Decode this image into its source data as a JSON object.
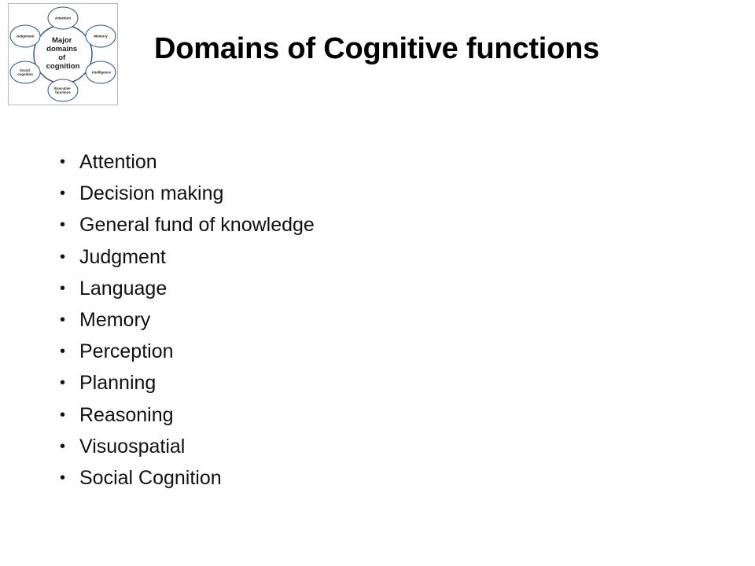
{
  "slide": {
    "title": "Domains of Cognitive functions",
    "bullet_glyph": "•",
    "bullets": [
      "Attention",
      "Decision making",
      "General fund of knowledge",
      "Judgment",
      "Language",
      "Memory",
      "Perception",
      "Planning",
      "Reasoning",
      "Visuospatial",
      "Social Cognition"
    ]
  },
  "diagram": {
    "center": [
      "Major",
      "domains",
      "of",
      "cognition"
    ],
    "nodes": {
      "attention": [
        "Attention"
      ],
      "memory": [
        "Memory"
      ],
      "intelligence": [
        "Intelligence"
      ],
      "executive": [
        "Executive",
        "functions"
      ],
      "social": [
        "Social",
        "cognition"
      ],
      "judgement": [
        "Judgement"
      ]
    },
    "colors": {
      "ring": "#2f4f86",
      "ellipse_stroke": "#3d5a8c"
    }
  }
}
